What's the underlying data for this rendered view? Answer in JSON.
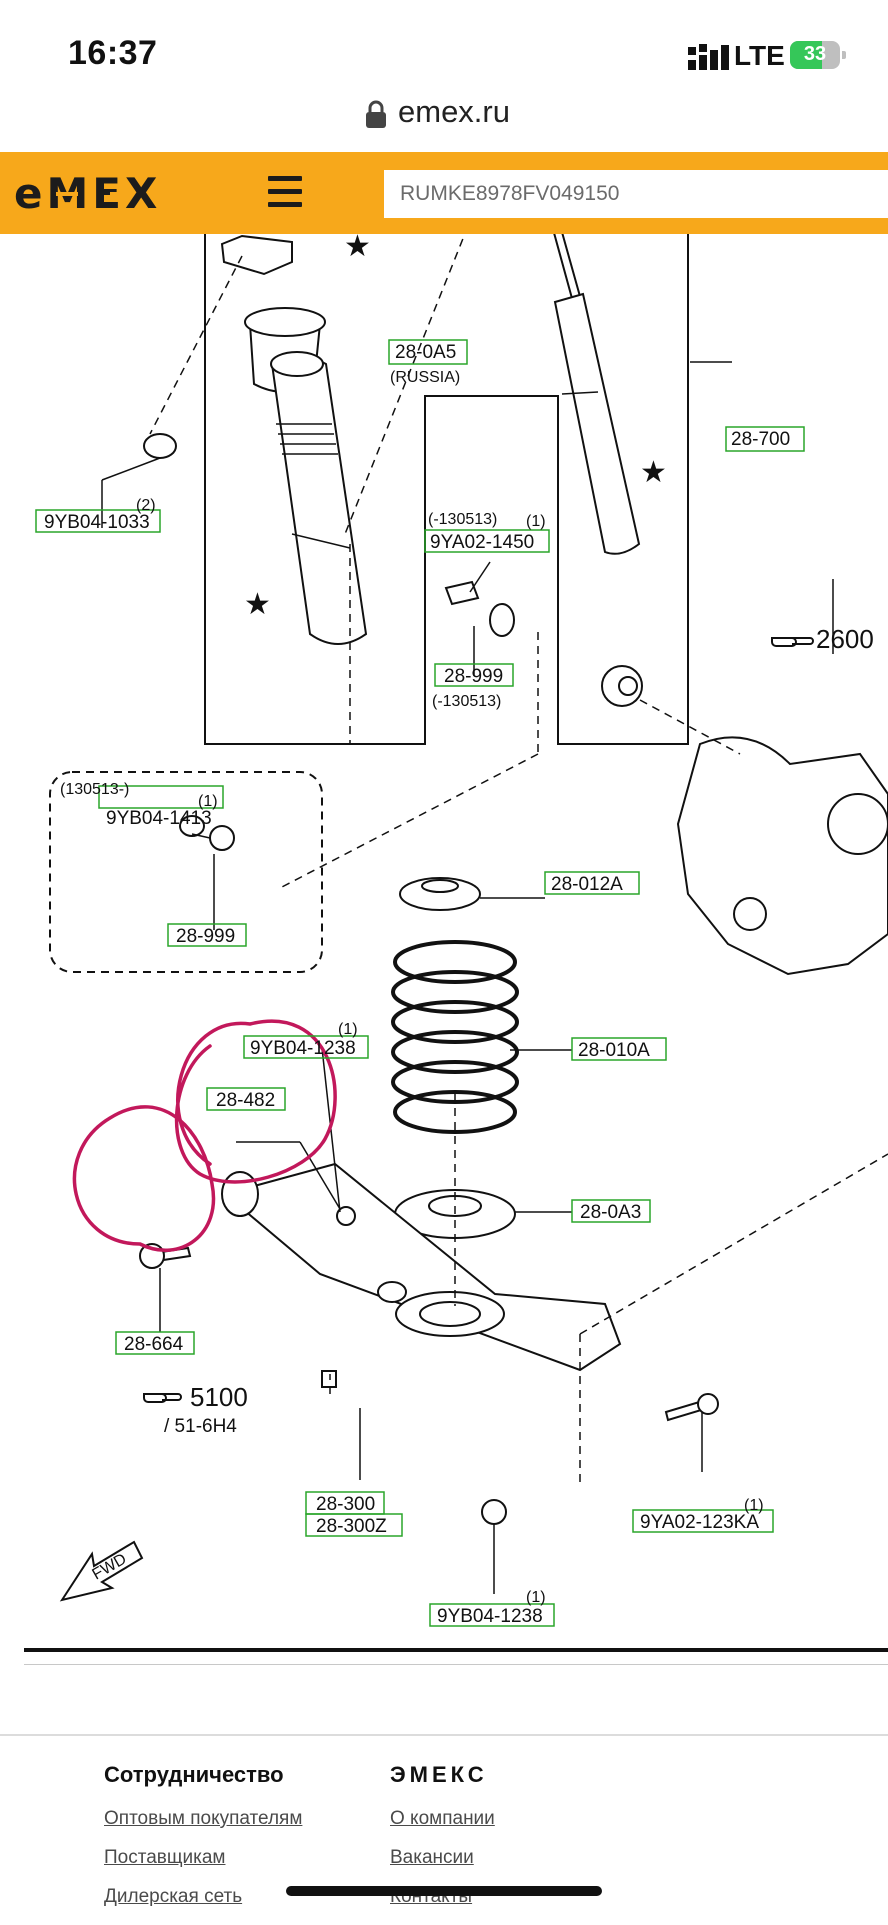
{
  "status_bar": {
    "time": "16:37",
    "network": "LTE",
    "battery": "33"
  },
  "browser": {
    "url": "emex.ru"
  },
  "header": {
    "logo_text": "eMEX",
    "search_value": "RUMKE8978FV049150",
    "accent_color": "#f7a81b"
  },
  "diagram": {
    "labels": {
      "l_28_0a5": "28-0A5",
      "l_russia": "(RUSSIA)",
      "l_28_700": "28-700",
      "l_9yb04_1033": "9YB04-1033",
      "l_qty_2": "(2)",
      "l_date_130513a": "(-130513)",
      "l_qty_1a": "(1)",
      "l_9ya02_1450": "9YA02-1450",
      "l_28_999a": "28-999",
      "l_date_130513b": "(-130513)",
      "l_2600": "2600",
      "l_date_130513c": "(130513-)",
      "l_qty_1b": "(1)",
      "l_9yb04_1413": "9YB04-1413",
      "l_28_999b": "28-999",
      "l_28_012a": "28-012A",
      "l_qty_1c": "(1)",
      "l_9yb04_1238a": "9YB04-1238",
      "l_28_010a": "28-010A",
      "l_28_482": "28-482",
      "l_28_0a3": "28-0A3",
      "l_28_664": "28-664",
      "l_5100": "5100",
      "l_51_6h4": "/ 51-6H4",
      "l_28_300": "28-300",
      "l_28_300z": "28-300Z",
      "l_qty_1d": "(1)",
      "l_9ya02_123ka": "9YA02-123KA",
      "l_fwd": "FWD",
      "l_qty_1e": "(1)",
      "l_9yb04_1238b": "9YB04-1238"
    },
    "highlight_color": "#c2185b",
    "box_color": "#2aa52a"
  },
  "footer": {
    "col1": {
      "title": "Сотрудничество",
      "links": [
        "Оптовым покупателям",
        "Поставщикам",
        "Дилерская сеть"
      ]
    },
    "col2": {
      "title": "ЭМЕКС",
      "links": [
        "О компании",
        "Вакансии",
        "Контакты"
      ]
    }
  }
}
